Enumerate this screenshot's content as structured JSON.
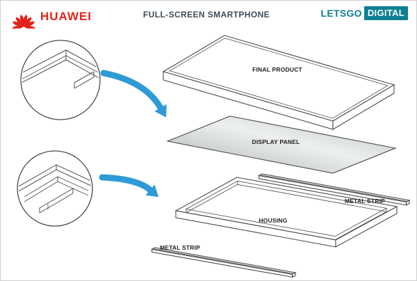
{
  "header": {
    "huawei_wordmark": "HUAWEI",
    "title": "FULL-SCREEN SMARTPHONE",
    "letsgo": "LETSGO",
    "digital": "DIGITAL"
  },
  "diagram": {
    "labels": {
      "final_product": "FINAL PRODUCT",
      "display_panel": "DISPLAY PANEL",
      "housing": "HOUSING",
      "metal_strip_right": "METAL STRIP",
      "metal_strip_bottom": "METAL STRIP"
    },
    "colors": {
      "huawei_red": "#e2231a",
      "letsgo_teal": "#0d7f93",
      "arrow_blue": "#2e9bd6",
      "line_dark": "#4a4a4a",
      "title_color": "#3e4a54",
      "label_color": "#1e1e1e",
      "panel_gray_dark": "#a9adaf",
      "panel_gray_light": "#eef0f0",
      "panel_gray_mid": "#b5babc"
    }
  }
}
